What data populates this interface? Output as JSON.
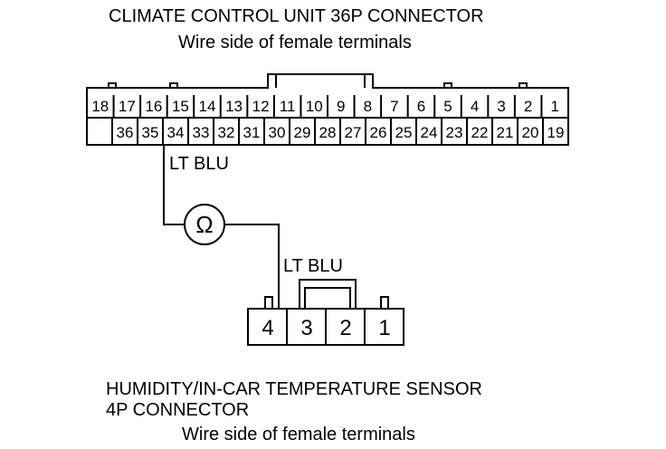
{
  "top_connector": {
    "title": "CLIMATE CONTROL UNIT 36P CONNECTOR",
    "subtitle": "Wire side of female terminals",
    "row1_pins": [
      "18",
      "17",
      "16",
      "15",
      "14",
      "13",
      "12",
      "11",
      "10",
      "9",
      "8",
      "7",
      "6",
      "5",
      "4",
      "3",
      "2",
      "1"
    ],
    "row2_pins": [
      "",
      "36",
      "35",
      "34",
      "33",
      "32",
      "31",
      "30",
      "29",
      "28",
      "27",
      "26",
      "25",
      "24",
      "23",
      "22",
      "21",
      "20",
      "19"
    ],
    "probe_pin": "34"
  },
  "wire_top_label": "LT BLU",
  "meter_symbol": "Ω",
  "wire_bottom_label": "LT BLU",
  "bottom_connector": {
    "pins": [
      "4",
      "3",
      "2",
      "1"
    ],
    "probe_pin": "4",
    "title_line1": "HUMIDITY/IN-CAR TEMPERATURE SENSOR",
    "title_line2": "4P CONNECTOR",
    "subtitle": "Wire side of female terminals"
  }
}
